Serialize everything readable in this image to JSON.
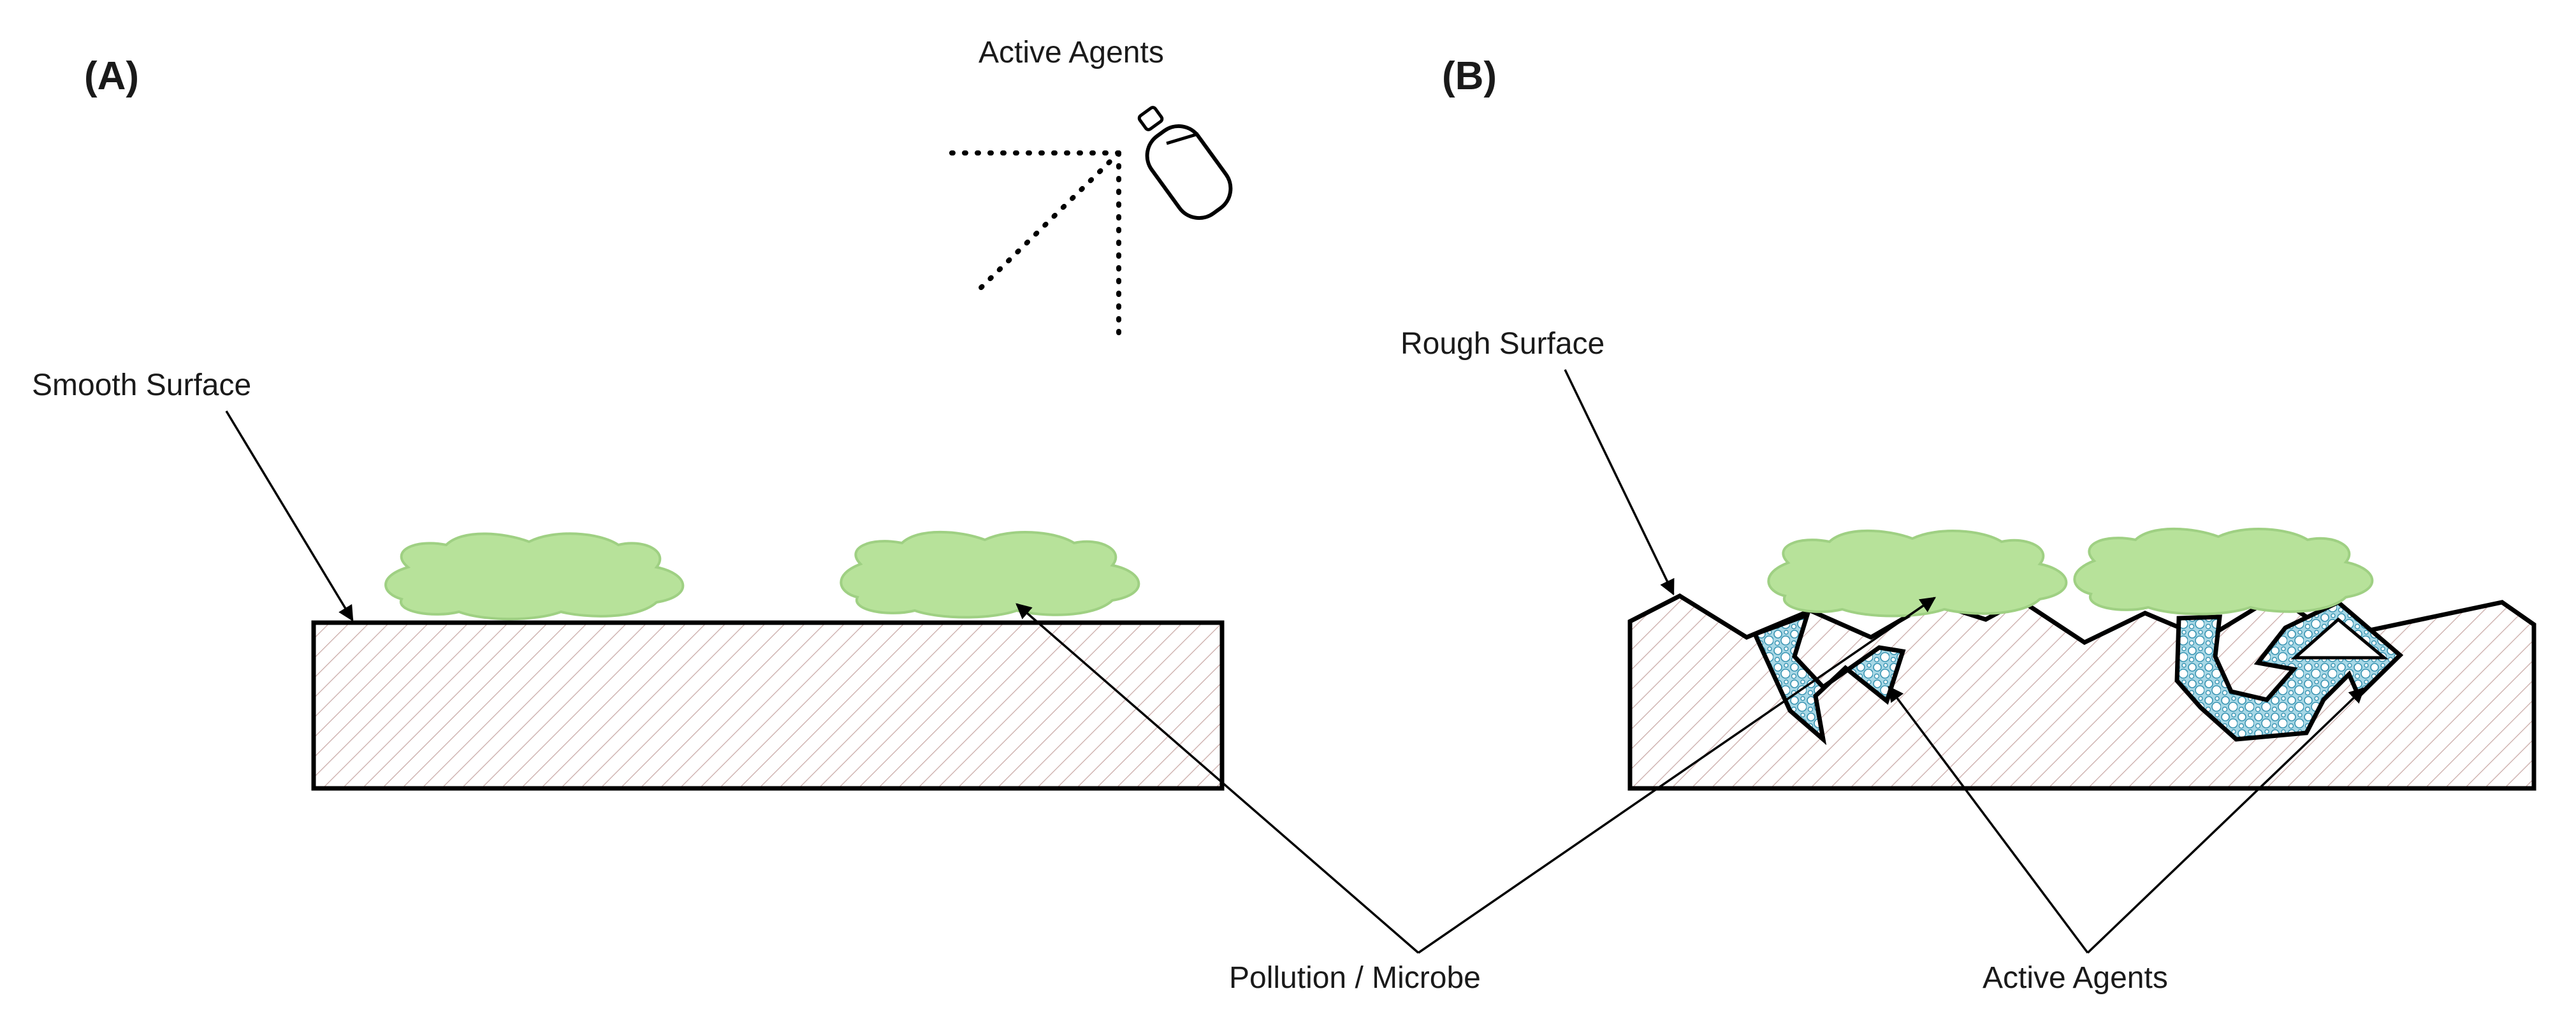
{
  "panels": {
    "a_label": "(A)",
    "b_label": "(B)"
  },
  "labels": {
    "spray_agents": "Active Agents",
    "smooth_surface": "Smooth Surface",
    "rough_surface": "Rough Surface",
    "pollution_microbe": "Pollution / Microbe",
    "active_agents_bottom": "Active Agents"
  },
  "colors": {
    "microbe_fill": "#b7e29a",
    "microbe_stroke": "#9fd083",
    "agent_fill": "#a8d8e6",
    "hatch": "#c9a9a6",
    "outline": "#000000"
  }
}
